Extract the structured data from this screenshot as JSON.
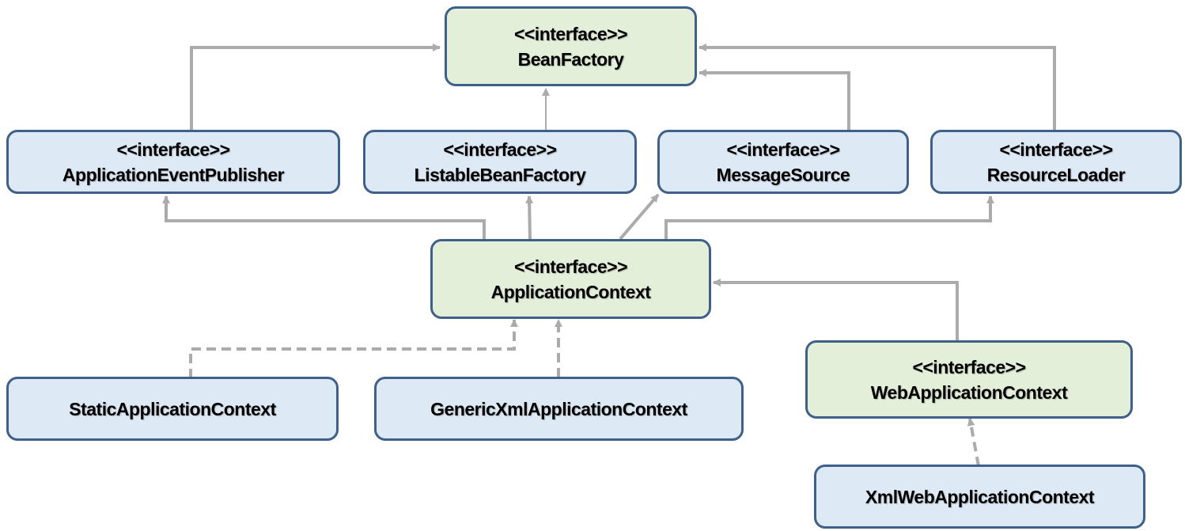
{
  "colors": {
    "interface_fill": "#e4efda",
    "class_fill": "#dde9f5",
    "border": "#3f6089",
    "connector": "#ababab"
  },
  "nodes": {
    "bean_factory": {
      "stereotype": "<<interface>>",
      "name": "BeanFactory"
    },
    "application_event_publisher": {
      "stereotype": "<<interface>>",
      "name": "ApplicationEventPublisher"
    },
    "listable_bean_factory": {
      "stereotype": "<<interface>>",
      "name": "ListableBeanFactory"
    },
    "message_source": {
      "stereotype": "<<interface>>",
      "name": "MessageSource"
    },
    "resource_loader": {
      "stereotype": "<<interface>>",
      "name": "ResourceLoader"
    },
    "application_context": {
      "stereotype": "<<interface>>",
      "name": "ApplicationContext"
    },
    "web_application_context": {
      "stereotype": "<<interface>>",
      "name": "WebApplicationContext"
    },
    "static_application_context": {
      "name": "StaticApplicationContext"
    },
    "generic_xml_application_context": {
      "name": "GenericXmlApplicationContext"
    },
    "xml_web_application_context": {
      "name": "XmlWebApplicationContext"
    }
  },
  "edges": [
    {
      "from": "ApplicationEventPublisher",
      "to": "BeanFactory",
      "style": "solid"
    },
    {
      "from": "ListableBeanFactory",
      "to": "BeanFactory",
      "style": "solid"
    },
    {
      "from": "MessageSource",
      "to": "BeanFactory",
      "style": "solid"
    },
    {
      "from": "ResourceLoader",
      "to": "BeanFactory",
      "style": "solid"
    },
    {
      "from": "ApplicationContext",
      "to": "ApplicationEventPublisher",
      "style": "solid"
    },
    {
      "from": "ApplicationContext",
      "to": "ListableBeanFactory",
      "style": "solid"
    },
    {
      "from": "ApplicationContext",
      "to": "MessageSource",
      "style": "solid"
    },
    {
      "from": "ApplicationContext",
      "to": "ResourceLoader",
      "style": "solid"
    },
    {
      "from": "WebApplicationContext",
      "to": "ApplicationContext",
      "style": "solid"
    },
    {
      "from": "StaticApplicationContext",
      "to": "ApplicationContext",
      "style": "dashed"
    },
    {
      "from": "GenericXmlApplicationContext",
      "to": "ApplicationContext",
      "style": "dashed"
    },
    {
      "from": "XmlWebApplicationContext",
      "to": "WebApplicationContext",
      "style": "dashed"
    }
  ]
}
